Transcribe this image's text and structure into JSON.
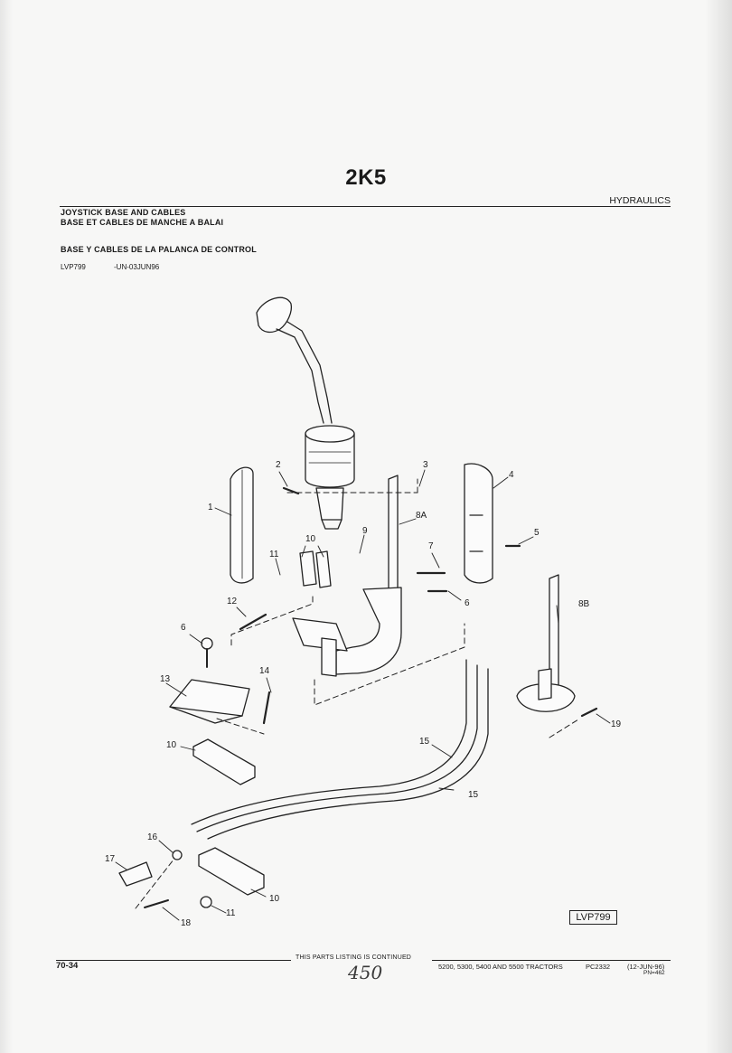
{
  "page": {
    "section_code": "2K5",
    "category": "HYDRAULICS",
    "titles": [
      "JOYSTICK BASE AND CABLES",
      "BASE ET CABLES DE MANCHE A BALAI",
      "BASE Y CABLES DE LA PALANCA DE CONTROL"
    ],
    "ref_code": "LVP799",
    "ref_date": "-UN-03JUN96"
  },
  "callouts": {
    "c1": "1",
    "c2": "2",
    "c3": "3",
    "c4": "4",
    "c5": "5",
    "c6a": "6",
    "c6b": "6",
    "c7": "7",
    "c8a": "8A",
    "c8b": "8B",
    "c9": "9",
    "c10a": "10",
    "c10b": "10",
    "c10c": "10",
    "c11a": "11",
    "c11b": "11",
    "c12": "12",
    "c13": "13",
    "c14": "14",
    "c15a": "15",
    "c15b": "15",
    "c16": "16",
    "c17": "17",
    "c18": "18",
    "c19": "19"
  },
  "figure_id": "LVP799",
  "footer": {
    "page_number": "70-34",
    "continued": "THIS PARTS LISTING IS CONTINUED",
    "tractors": "5200, 5300, 5400 AND 5500 TRACTORS",
    "catalog": "PC2332",
    "date": "(12-JUN-96)",
    "pn": "PN=462",
    "handwritten": "450"
  }
}
